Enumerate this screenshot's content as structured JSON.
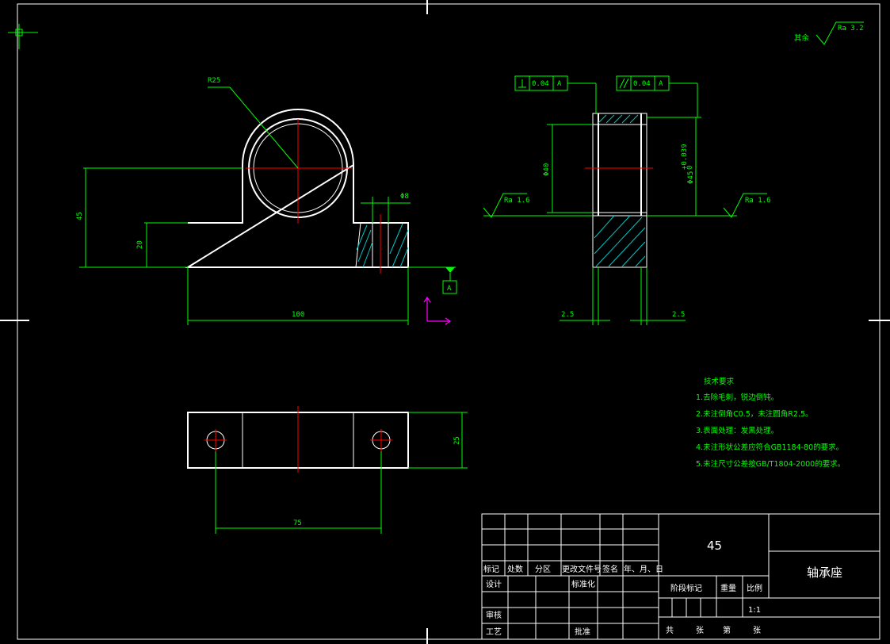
{
  "drawing": {
    "part_name": "轴承座",
    "material": "45",
    "roughness_default": "其余",
    "roughness_default_value": "Ra 3.2",
    "roughness_left": "Ra 1.6",
    "roughness_right": "Ra 1.6",
    "datum": "A",
    "perpendicularity": {
      "tolerance": "0.04",
      "datum": "A"
    },
    "parallelism": {
      "tolerance": "0.04",
      "datum": "A"
    }
  },
  "dimensions": {
    "radius": "R25",
    "height_45": "45",
    "height_20": "20",
    "length_100": "100",
    "hole_phi8": "Φ8",
    "bore_phi40": "Φ40",
    "bore_phi45": "Φ45",
    "bore_phi45_tol": "+0.039",
    "bore_phi45_tol_low": "0",
    "chamfer_left": "2.5",
    "chamfer_right": "2.5",
    "width_25": "25",
    "hole_spacing_75": "75"
  },
  "tech_requirements": {
    "title": "技术要求",
    "items": [
      "1.去除毛刺，锐边倒钝。",
      "2.未注倒角C0.5，未注圆角R2.5。",
      "3.表面处理：发黑处理。",
      "4.未注形状公差应符合GB1184-80的要求。",
      "5.未注尺寸公差按GB/T1804-2000的要求。"
    ]
  },
  "title_block": {
    "col_mark": "标记",
    "col_count": "处数",
    "col_zone": "分区",
    "col_change": "更改文件号",
    "col_sign": "签名",
    "col_date": "年、月、日",
    "design": "设计",
    "standardize": "标准化",
    "check": "审核",
    "process": "工艺",
    "approve": "批准",
    "stage_mark": "阶段标记",
    "weight": "重量",
    "scale": "比例",
    "scale_value": "1:1",
    "total": "共",
    "sheet_unit1": "张",
    "page": "第",
    "sheet_unit2": "张"
  }
}
